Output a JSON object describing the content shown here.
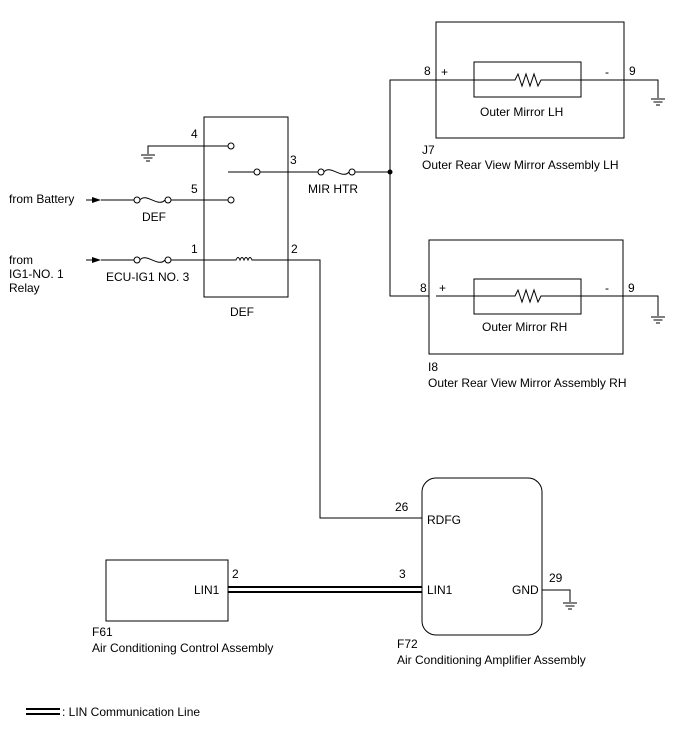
{
  "relay": {
    "name": "DEF",
    "pins": {
      "p1": "1",
      "p2": "2",
      "p3": "3",
      "p4": "4",
      "p5": "5"
    }
  },
  "fuses": {
    "mir_htr": "MIR HTR",
    "def": "DEF",
    "ecu_ig1": "ECU-IG1 NO. 3"
  },
  "sources": {
    "battery": "from Battery",
    "ig1_line1": "from",
    "ig1_line2": "IG1-NO. 1",
    "ig1_line3": "Relay"
  },
  "mirror_lh": {
    "pin_left": "8",
    "pin_right": "9",
    "plus": "+",
    "minus": "-",
    "heater": "Outer Mirror LH",
    "code": "J7",
    "name": "Outer Rear View Mirror Assembly LH"
  },
  "mirror_rh": {
    "pin_left": "8",
    "pin_right": "9",
    "plus": "+",
    "minus": "-",
    "heater": "Outer Mirror RH",
    "code": "I8",
    "name": "Outer Rear View Mirror Assembly RH"
  },
  "amplifier": {
    "code": "F72",
    "name": "Air Conditioning Amplifier Assembly",
    "rdfg_pin": "26",
    "rdfg_label": "RDFG",
    "lin_pin": "3",
    "lin_label": "LIN1",
    "gnd_pin": "29",
    "gnd_label": "GND"
  },
  "control": {
    "code": "F61",
    "name": "Air Conditioning Control Assembly",
    "lin_pin": "2",
    "lin_label": "LIN1"
  },
  "legend": {
    "lin_line": ": LIN Communication Line"
  }
}
